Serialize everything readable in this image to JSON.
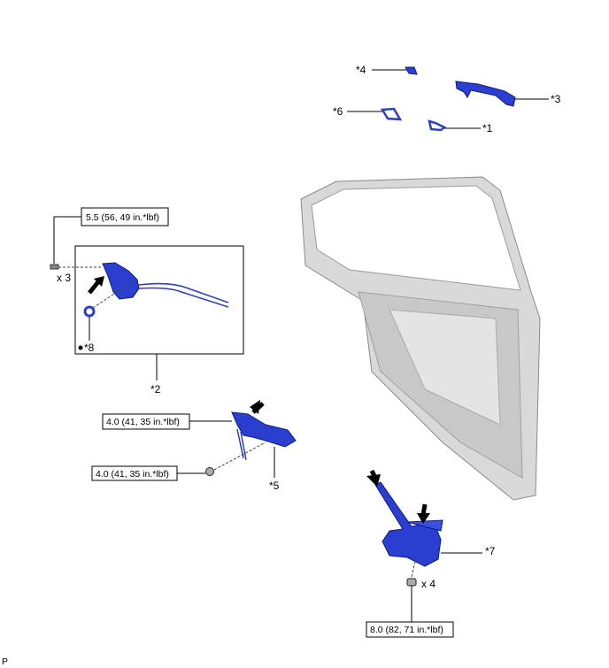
{
  "callouts": {
    "c1": "*1",
    "c2": "*2",
    "c3": "*3",
    "c4": "*4",
    "c5": "*5",
    "c6": "*6",
    "c7": "*7",
    "c8": "*8"
  },
  "quantities": {
    "q_lock_bolts": "x 3",
    "q_regulator_bolts": "x 4"
  },
  "torques": {
    "lock_screw": "5.5 (56, 49 in.*lbf)",
    "bracket_upper": "4.0 (41, 35 in.*lbf)",
    "bracket_lower": "4.0 (41, 35 in.*lbf)",
    "regulator_bolt": "8.0 (82, 71 in.*lbf)"
  },
  "footer": {
    "code": "P"
  },
  "colors": {
    "part": "#2a3fd0",
    "door": "#d9d9d9"
  }
}
